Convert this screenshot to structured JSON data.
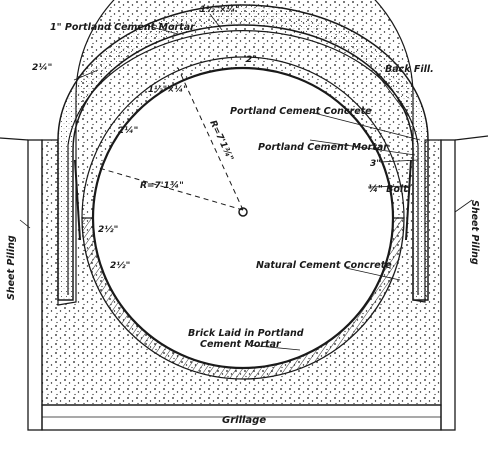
{
  "labels": {
    "portland_cement_mortar_top": "1\" Portland Cement Mortar",
    "top_thickness": "1½\"×¼\"",
    "crown_dim": "2\"",
    "left_outer_dim": "2¼\"",
    "back_fill": "Back Fill.",
    "inner_dim_a": "1½\"×¼\"",
    "portland_cement_concrete": "Portland Cement Concrete",
    "radius_vertical": "R=7'1¾\"",
    "portland_cement_mortar": "Portland Cement Mortar",
    "left_dim_upper": "2¼\"",
    "right_dim_3": "3\"",
    "bolt": "¼\" Bolt",
    "radius_diagonal": "R=7'1¾\"",
    "sheet_piling_left": "Sheet Piling",
    "sheet_piling_right": "Sheet Piling",
    "left_dim_mid": "2½\"",
    "left_dim_low": "2½\"",
    "natural_cement_concrete": "Natural Cement Concrete",
    "brick_laid_line1": "Brick Laid in Portland",
    "brick_laid_line2": "Cement Mortar",
    "grillage": "Grillage"
  },
  "colors": {
    "ink": "#1a1a1a",
    "paper": "#ffffff"
  }
}
